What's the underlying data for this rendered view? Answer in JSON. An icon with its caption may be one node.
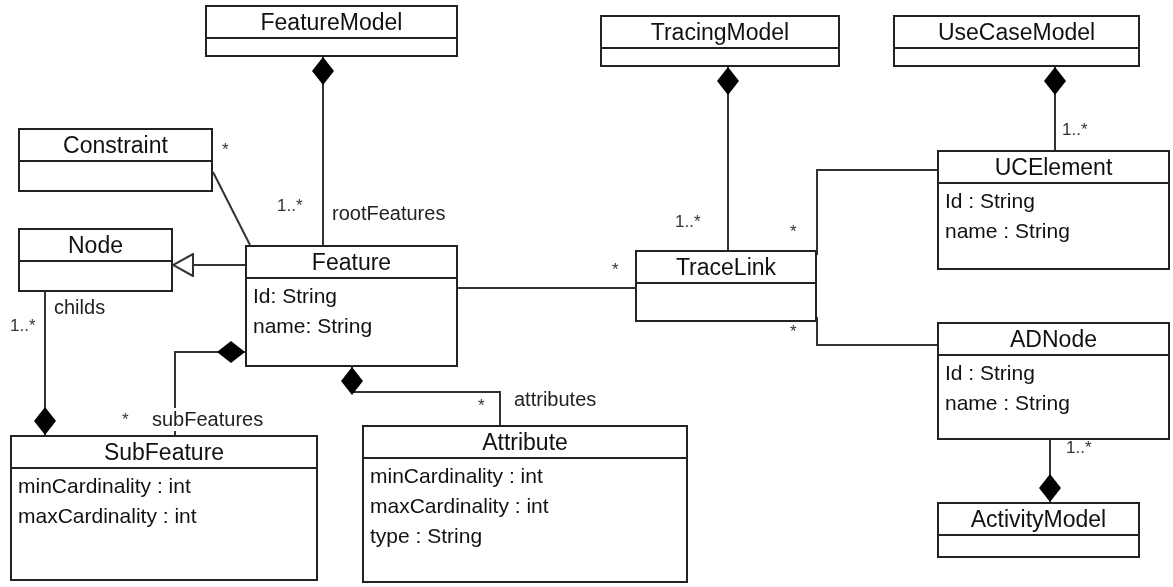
{
  "diagram": {
    "nodes": [
      {
        "text": [
          "FeatureModel"
        ]
      },
      {
        "text": [
          "TracingModel"
        ]
      },
      {
        "text": [
          "UseCaseModel"
        ]
      },
      {
        "text": [
          "Constraint"
        ]
      },
      {
        "text": [
          "Node"
        ]
      },
      {
        "text": [
          "Feature",
          "Id: String",
          "name: String"
        ]
      },
      {
        "text": [
          "TraceLink"
        ]
      },
      {
        "text": [
          "UCElement",
          "Id : String",
          "name : String"
        ]
      },
      {
        "text": [
          "ADNode",
          "Id : String",
          "name : String"
        ]
      },
      {
        "text": [
          "SubFeature",
          "minCardinality : int",
          "maxCardinality : int"
        ]
      },
      {
        "text": [
          "Attribute",
          "minCardinality : int",
          "maxCardinality : int",
          "type : String"
        ]
      },
      {
        "text": [
          "ActivityModel"
        ]
      }
    ],
    "edges": [
      {
        "from": 0,
        "to": 5,
        "arrow": "other",
        "label": "rootFeatures"
      },
      {
        "from": 1,
        "to": 6,
        "arrow": "other"
      },
      {
        "from": 2,
        "to": 7,
        "arrow": "other"
      },
      {
        "from": 3,
        "to": 5,
        "arrow": "none"
      },
      {
        "from": 5,
        "to": 4,
        "arrow": "to"
      },
      {
        "from": 9,
        "to": 4,
        "arrow": "other",
        "label": "childs"
      },
      {
        "from": 5,
        "to": 9,
        "arrow": "other",
        "label": "subFeatures"
      },
      {
        "from": 5,
        "to": 10,
        "arrow": "other",
        "label": "attributes"
      },
      {
        "from": 5,
        "to": 6,
        "arrow": "none"
      },
      {
        "from": 6,
        "to": 7,
        "arrow": "none"
      },
      {
        "from": 6,
        "to": 8,
        "arrow": "none"
      },
      {
        "from": 11,
        "to": 8,
        "arrow": "other"
      }
    ],
    "labels": [
      "*",
      "1..*",
      "1..*",
      "1..*",
      "*",
      "*",
      "1..*",
      "*",
      "*",
      "*",
      "1..*"
    ]
  }
}
